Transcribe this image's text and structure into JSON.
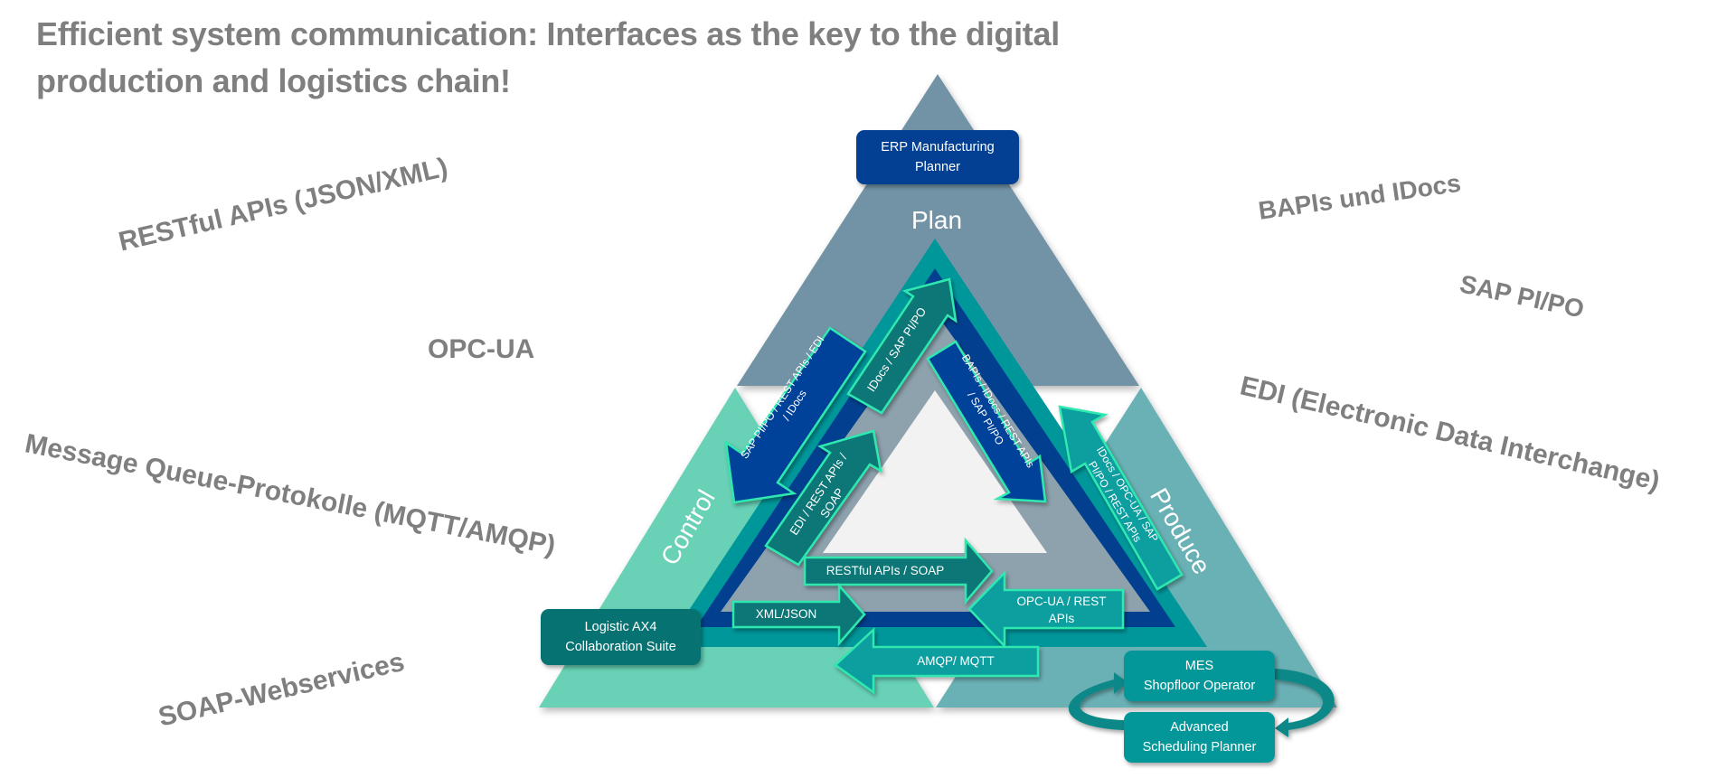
{
  "title": {
    "line1": "Efficient system communication: Interfaces as the key to the digital",
    "line2": "production and logistics chain!"
  },
  "protocols": {
    "restful": "RESTful APIs (JSON/XML)",
    "opcua": "OPC-UA",
    "mqtt": "Message Queue-Protokolle (MQTT/AMQP)",
    "soap": "SOAP-Webservices",
    "bapis": "BAPIs und IDocs",
    "sappipo": "SAP PI/PO",
    "edi": "EDI (Electronic Data Interchange)"
  },
  "sections": {
    "plan": "Plan",
    "control": "Control",
    "produce": "Produce"
  },
  "systems": {
    "erp": {
      "line1": "ERP Manufacturing",
      "line2": "Planner"
    },
    "logistic": {
      "line1": "Logistic AX4",
      "line2": "Collaboration Suite"
    },
    "mes": {
      "line1": "MES",
      "line2": "Shopfloor Operator"
    },
    "aps": {
      "line1": "Advanced",
      "line2": "Scheduling Planner"
    }
  },
  "arrows": {
    "plan_to_control": {
      "line1": "SAP PI/PO / REST APIs / EDI",
      "line2": "/ IDocs"
    },
    "control_to_plan": {
      "line1": "IDocs / SAP PI/PO"
    },
    "control_inner_up": {
      "line1": "EDI / REST APIs /",
      "line2": "SOAP"
    },
    "plan_to_produce": {
      "line1": "BAPIs / IDocs / REST APIs",
      "line2": "/ SAP PI/PO"
    },
    "produce_to_plan": {
      "line1": "IDocs / OPC-UA / SAP",
      "line2": "PI/PO / REST APIs"
    },
    "restful_soap": {
      "line1": "RESTful APIs / SOAP"
    },
    "xml_json": {
      "line1": "XML/JSON"
    },
    "opcua_rest": {
      "line1": "OPC-UA / REST",
      "line2": "APIs"
    },
    "amqp_mqtt": {
      "line1": "AMQP/ MQTT"
    }
  },
  "colors": {
    "plan": "#7293a6",
    "control": "#67d1b6",
    "produce": "#6ab1b5",
    "inner_teal": "#00979b",
    "inner_blue": "#02408f",
    "inner_grey": "#8ea2ae",
    "center_white": "#f2f2f2",
    "arrow_dark_teal": "#087777",
    "arrow_teal": "#0a9ea0",
    "arrow_blue": "#05439a",
    "arrow_outline": "#2ee8b0",
    "erp_box": "#033f93",
    "logistic_box": "#077272",
    "mes_box": "#04979a",
    "text_grey": "#7f7f7f"
  }
}
